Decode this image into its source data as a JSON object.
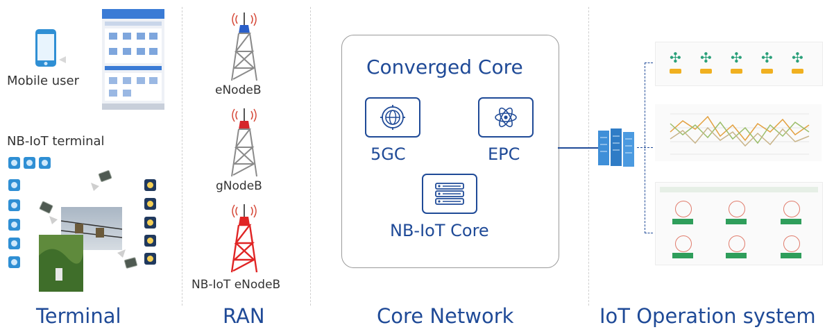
{
  "columns": {
    "terminal": "Terminal",
    "ran": "RAN",
    "core_network": "Core Network",
    "iot_os": "IoT Operation system"
  },
  "terminal": {
    "mobile_user": "Mobile user",
    "nb_iot_terminal": "NB-IoT terminal"
  },
  "ran": {
    "enodeb": "eNodeB",
    "gnodeb": "gNodeB",
    "nb_iot_enodeb": "NB-IoT eNodeB"
  },
  "core": {
    "title": "Converged Core",
    "fivegc": "5GC",
    "epc": "EPC",
    "nbiot_core": "NB-IoT Core"
  },
  "colors": {
    "accent": "#1f4a97",
    "tower_enodeb": "#2a5fc9",
    "tower_gnodeb": "#d6262b",
    "tower_nbiot": "#e02525"
  }
}
